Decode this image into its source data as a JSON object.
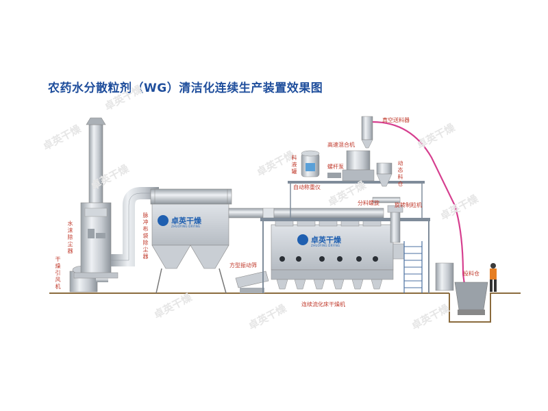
{
  "title": "农药水分散粒剂（WG）清洁化连续生产装置效果图",
  "watermark": "卓英干燥",
  "brand": {
    "cn": "卓英干燥",
    "en": "ZHUOYING DRYING"
  },
  "labels": {
    "induced_fan": "干燥引风机",
    "water_scrubber": "水沫除尘器",
    "pulse_bag_filter": "脉冲布袋除尘器",
    "vibrating_screen": "方型振动筛",
    "fluid_bed_dryer": "连续流化床干燥机",
    "liquid_tank": "料液罐",
    "auto_weigher": "自动称重仪",
    "screw_pump": "螺杆泵",
    "high_speed_mixer": "高速混合机",
    "vacuum_conveyor": "真空送料器",
    "dynamic_bin": "动态料仓",
    "distribution_screw": "分料螺旋",
    "rotary_granulator": "旋转制粒机",
    "feed_bin": "投料仓"
  },
  "colors": {
    "title": "#1f4e9c",
    "label": "#c0392b",
    "steel": "#c9ced4",
    "pipe": "#b9bec5",
    "conveyor_hose": "#d63f8f",
    "brand": "#1f5fb0"
  }
}
